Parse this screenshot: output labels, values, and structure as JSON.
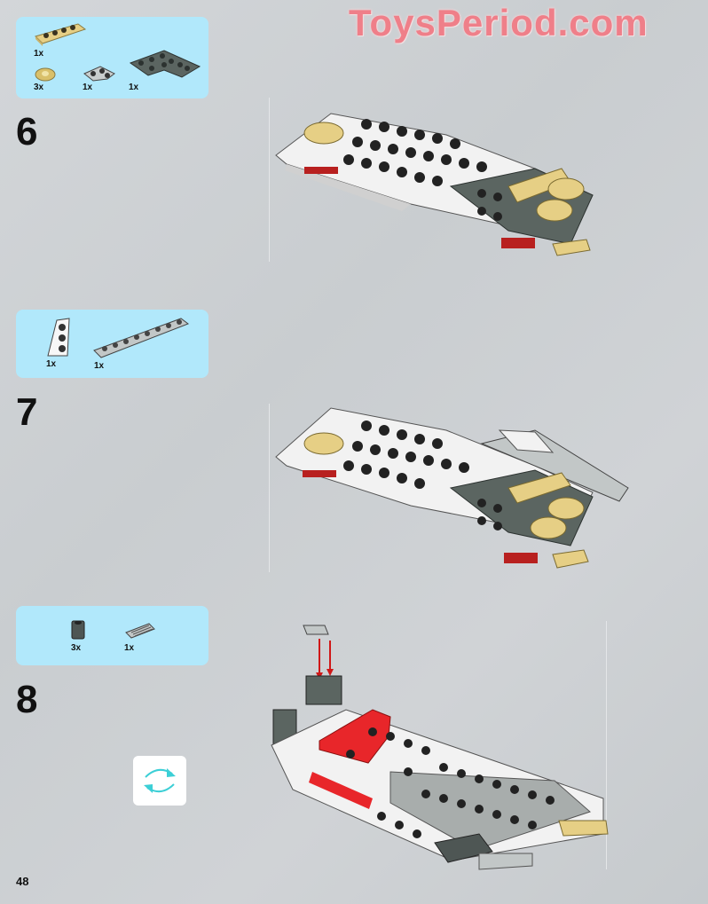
{
  "watermark": "ToysPeriod.com",
  "page_number": "48",
  "colors": {
    "parts_box": "#b1e8fb",
    "watermark": "#ef7f89",
    "rotate_arrows": "#3ccfd6",
    "tan": "#e6cf85",
    "dark_gray": "#5b6561",
    "light_gray": "#bfc4c4",
    "red": "#e8262a",
    "white": "#f4f4f4"
  },
  "steps": [
    {
      "number": "6",
      "parts": [
        {
          "name": "tan plate 1x4",
          "icon": "tan-plate-1x4",
          "qty": "1x"
        },
        {
          "name": "tan round plate 2x2",
          "icon": "tan-round-plate",
          "qty": "3x"
        },
        {
          "name": "light gray corner plate 2x2",
          "icon": "light-gray-corner-plate",
          "qty": "1x"
        },
        {
          "name": "dark gray corner plate 4x4",
          "icon": "dark-gray-corner-plate",
          "qty": "1x"
        }
      ]
    },
    {
      "number": "7",
      "parts": [
        {
          "name": "white wedge plate",
          "icon": "white-wedge-plate",
          "qty": "1x"
        },
        {
          "name": "light gray plate 1x8",
          "icon": "light-gray-plate-1x8",
          "qty": "1x"
        }
      ]
    },
    {
      "number": "8",
      "parts": [
        {
          "name": "dark gray technic brick 1x1",
          "icon": "dark-gray-technic-brick",
          "qty": "3x"
        },
        {
          "name": "light gray grille tile",
          "icon": "light-gray-grille-tile",
          "qty": "1x"
        }
      ],
      "rotate_icon": "rotate-model-icon"
    }
  ]
}
